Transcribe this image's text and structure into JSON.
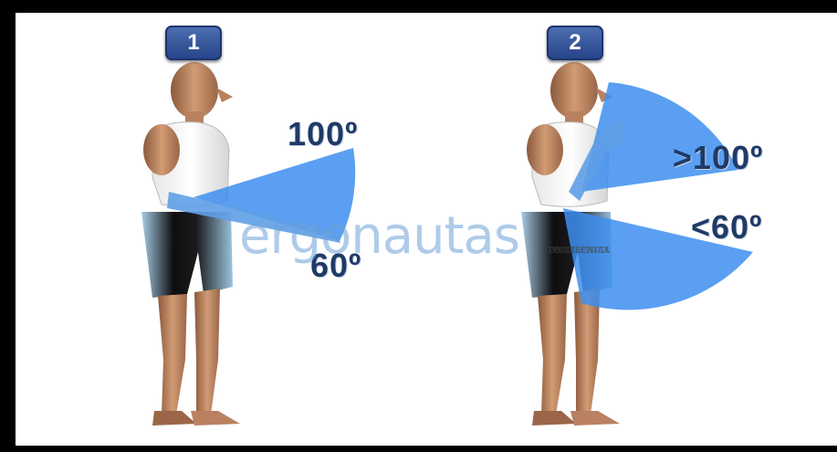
{
  "panels": [
    {
      "number": "1",
      "upper_angle": "100º",
      "lower_angle": "60º"
    },
    {
      "number": "2",
      "upper_angle": ">100º",
      "lower_angle": "<60º"
    }
  ],
  "watermark": {
    "brand": "ergonautas",
    "university_lines": [
      "UNIVERSITAT",
      "POLITÈCNICA",
      "DE VALÈNCIA"
    ]
  },
  "colors": {
    "frame": "#000000",
    "background": "#ffffff",
    "sector_fill": "#3d8ef0",
    "badge": "#2f4f95",
    "label": "#1f3a66"
  }
}
